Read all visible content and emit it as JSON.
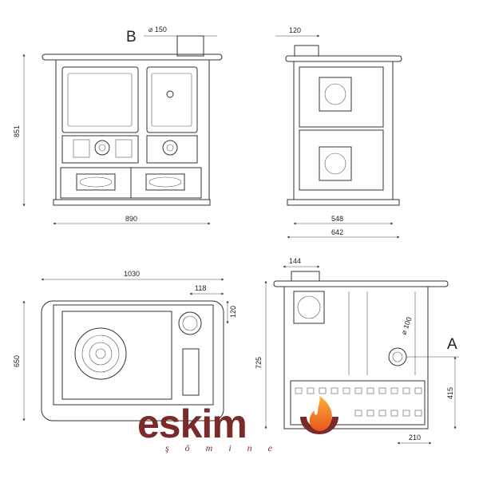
{
  "labels": {
    "b": "B",
    "a": "A"
  },
  "front_view": {
    "flue_diameter": "⌀ 150",
    "height": "851",
    "width": "890"
  },
  "side_view": {
    "flue_offset": "120",
    "depth_inner": "548",
    "depth_total": "642"
  },
  "top_view": {
    "width": "1030",
    "depth": "650",
    "flue_x": "118",
    "flue_y": "120"
  },
  "section_view": {
    "flue_offset": "144",
    "height": "725",
    "outlet_diameter": "⌀ 100",
    "outlet_height": "415",
    "outlet_offset": "210"
  },
  "logo": {
    "brand": "eskim",
    "tagline": "şömine"
  },
  "colors": {
    "brand": "#7a2a2a",
    "flame": "#f28a1e"
  }
}
